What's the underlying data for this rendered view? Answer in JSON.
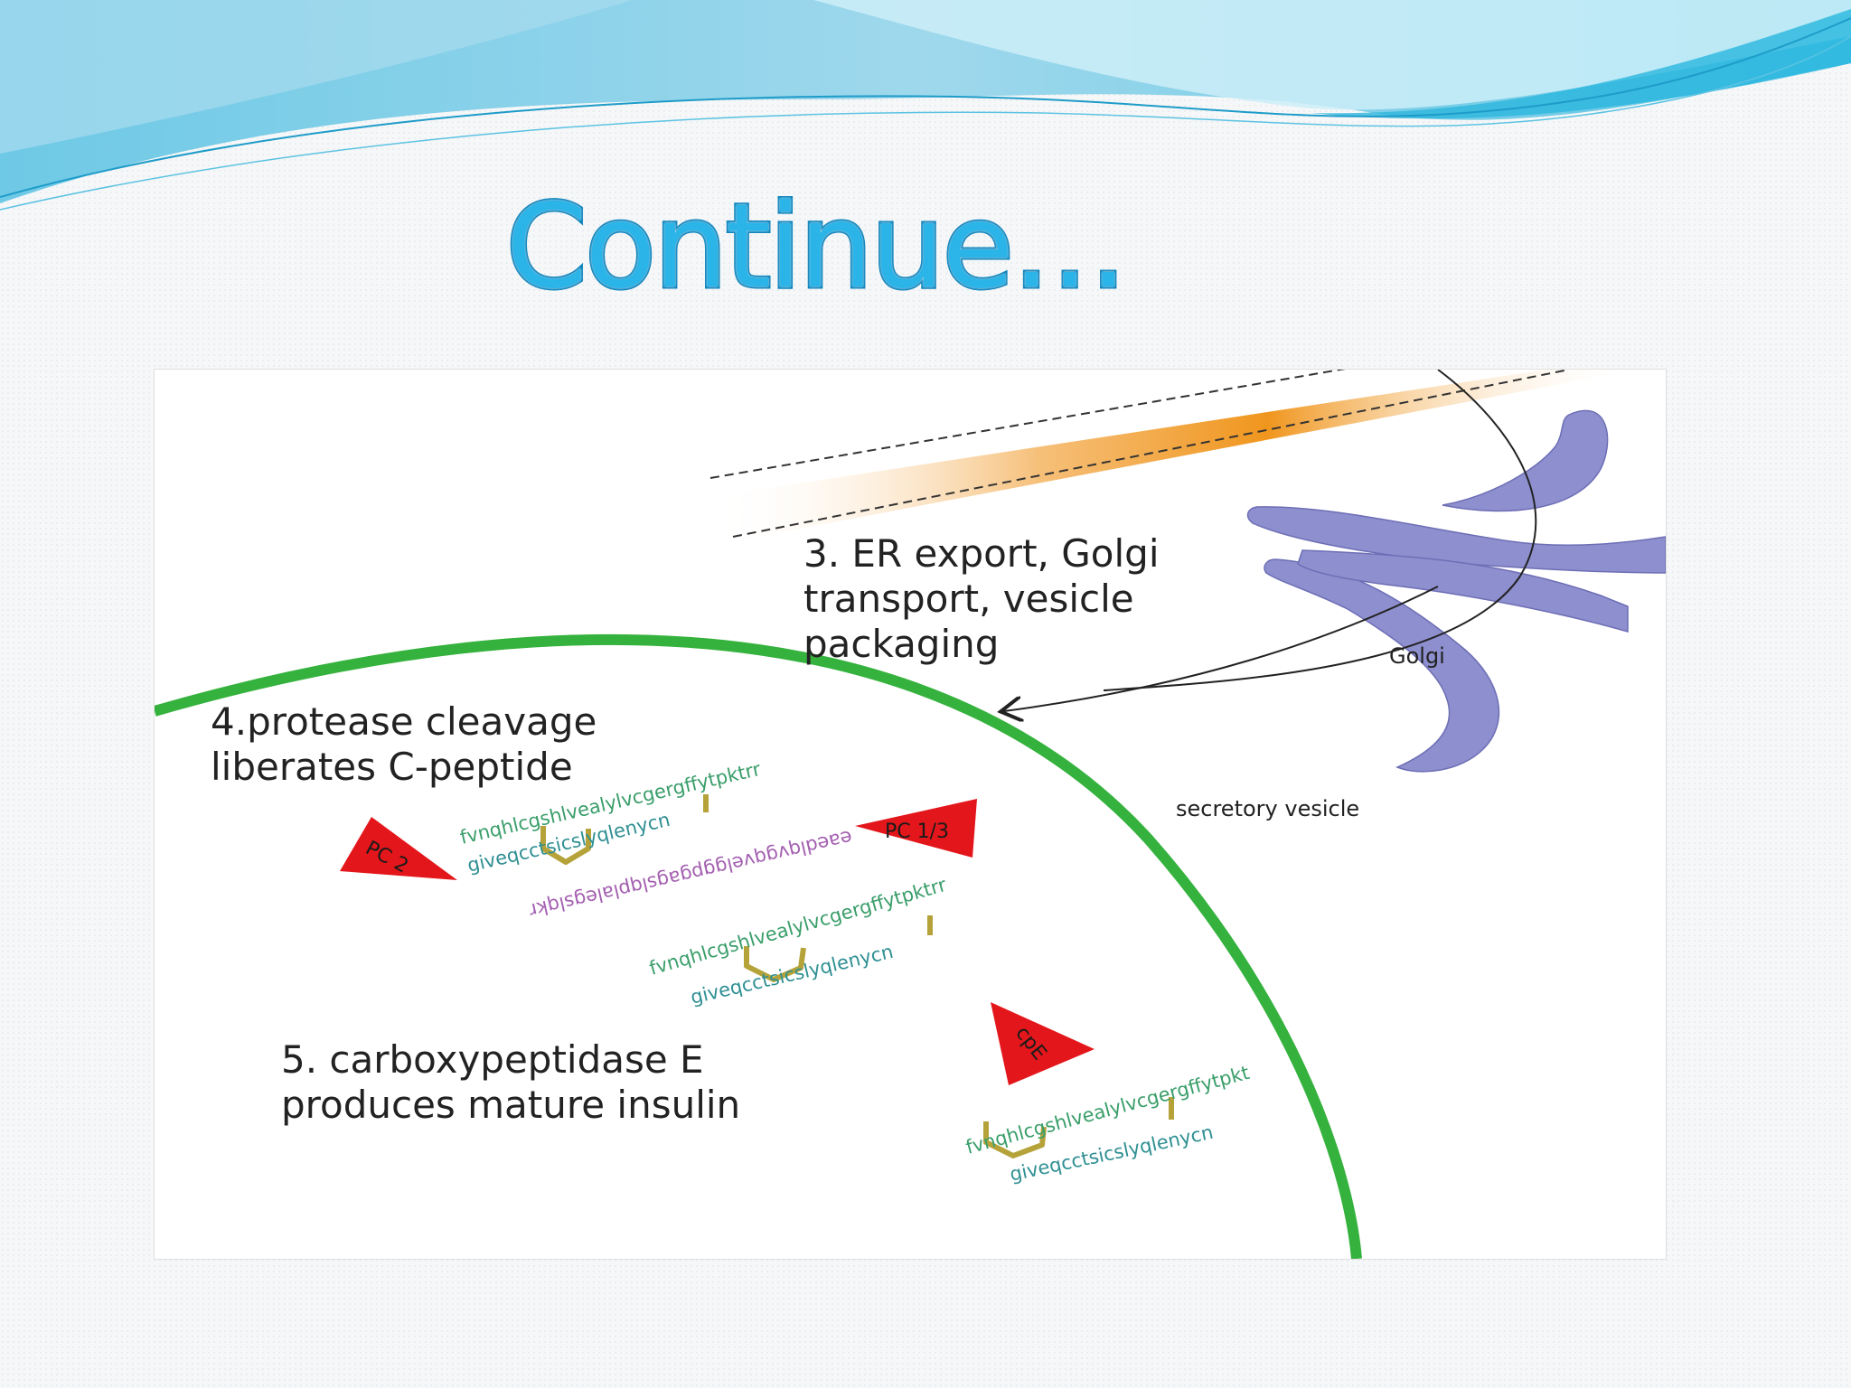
{
  "slide": {
    "title": "Continue…"
  },
  "figure": {
    "steps": {
      "step3": [
        "3. ER export, Golgi",
        "transport, vesicle",
        "packaging"
      ],
      "step4": [
        "4.protease cleavage",
        "liberates C-peptide"
      ],
      "step5": [
        "5. carboxypeptidase E",
        "produces mature insulin"
      ]
    },
    "labels": {
      "golgi": "Golgi",
      "secretory_vesicle": "secretory vesicle"
    },
    "enzymes": {
      "pc2": "PC 2",
      "pc13": "PC 1/3",
      "cpe": "cpE"
    },
    "sequences": {
      "b_chain_proinsulin": "fvnqhlcgshlvealylvcgergffytpktrr",
      "a_chain_proinsulin": "giveqcctsicslyqlenycn",
      "c_peptide": "eaedlqvgqvelggpgagslqplalegslqkr",
      "b_chain_intermediate": "fvnqhlcgshlvealylvcgergffytpktrr",
      "a_chain_intermediate": "giveqcctsicslyqlenycn",
      "b_chain_mature": "fvnqhlcgshlvealylvcgergffytpkt",
      "a_chain_mature": "giveqcctsicslyqlenycn"
    },
    "colors": {
      "vesicle_membrane": "#35b23d",
      "golgi": "#8e8fcf",
      "er_export_gradient": "#f0961e",
      "enzyme": "#e3161b",
      "disulfide_bond": "#b5a33a",
      "b_chain": "#3a9e6a",
      "a_chain": "#2f8f93",
      "c_peptide": "#a35fb0",
      "title": "#2bb4e8"
    }
  }
}
